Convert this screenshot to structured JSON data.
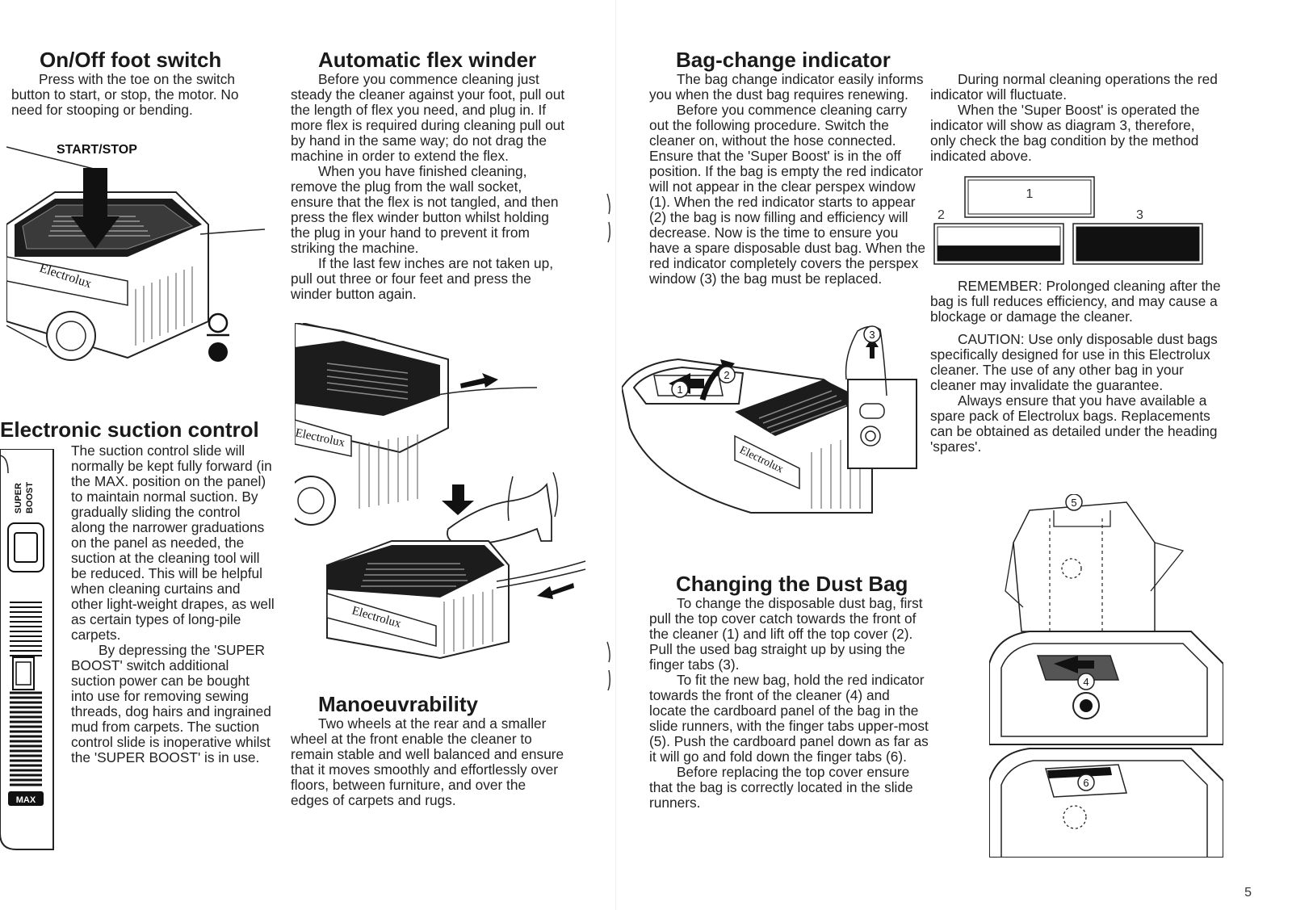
{
  "colors": {
    "ink": "#1a1a1a",
    "paper": "#ffffff",
    "indicator": "#111111"
  },
  "onoff": {
    "title": "On/Off foot switch",
    "body": "Press with the toe on the switch button to start, or stop, the motor. No need for stooping or bending.",
    "label_startstop": "START/STOP",
    "brand": "Electrolux"
  },
  "suction": {
    "title": "Electronic suction control",
    "para1": "The suction control slide will normally be kept fully forward (in the MAX. position on the panel) to maintain normal suction. By gradually sliding the control along the narrower graduations on the panel as needed, the suction at the cleaning tool will be reduced. This will be helpful when cleaning curtains and other light-weight drapes, as well as certain types of long-pile carpets.",
    "para2": "By depressing the 'SUPER BOOST' switch additional suction power can be bought into use for removing sewing threads, dog hairs and ingrained mud from carpets. The suction control slide is inoperative whilst the 'SUPER BOOST' is in use.",
    "panel_label_super": "SUPER",
    "panel_label_boost": "BOOST",
    "panel_label_max": "MAX"
  },
  "flex": {
    "title": "Automatic flex winder",
    "para1": "Before you commence cleaning just steady the cleaner against your foot, pull out the length of flex you need, and plug in. If more flex is required during cleaning pull out by hand in the same way; do not drag the machine in order to extend the flex.",
    "para2": "When you have finished cleaning, remove the plug from the wall socket, ensure that the flex is not tangled, and then press the flex winder button whilst holding the plug in your hand to prevent it from striking the machine.",
    "para3": "If the last few inches are not taken up, pull out three or four feet and press the winder button again.",
    "brand": "Electrolux"
  },
  "manoeuvrability": {
    "title": "Manoeuvrability",
    "body": "Two wheels at the rear and a smaller wheel at the front enable the cleaner to remain stable and well balanced and ensure that it moves smoothly and effortlessly over floors, between furniture, and over the edges of carpets and rugs."
  },
  "bagchange": {
    "title": "Bag-change indicator",
    "para1": "The bag change indicator easily informs you when the dust bag requires renewing.",
    "para2": "Before you commence cleaning carry out the following procedure. Switch the cleaner on, without the hose connected. Ensure that the 'Super Boost' is in the off position. If the bag is empty the red indicator will not appear in the clear perspex window (1). When the red indicator starts to appear (2) the bag is now filling and efficiency will decrease. Now is the time to ensure you have a spare disposable dust bag. When the red indicator completely covers the perspex window (3) the bag must be replaced.",
    "callouts": [
      "1",
      "2",
      "3"
    ],
    "brand": "Electrolux"
  },
  "right_col": {
    "para1": "During normal cleaning operations the red indicator will fluctuate.",
    "para2": "When the 'Super Boost' is operated the indicator will show as diagram 3, therefore, only check the bag condition by the method indicated above.",
    "indicator_labels": [
      "1",
      "2",
      "3"
    ],
    "indicator_fill": [
      0,
      0.45,
      1
    ],
    "remember": "REMEMBER: Prolonged cleaning after the bag is full reduces efficiency, and may cause a blockage or damage the cleaner.",
    "caution": "CAUTION: Use only disposable dust bags specifically designed for use in this Electrolux cleaner. The use of any other bag in your cleaner may invalidate the guarantee.",
    "always": "Always ensure that you have available a spare pack of Electrolux bags. Replacements can be obtained as detailed under the heading 'spares'.",
    "callouts": [
      "4",
      "5",
      "6"
    ]
  },
  "dustbag": {
    "title": "Changing the Dust Bag",
    "para1": "To change the disposable dust bag, first pull the top cover catch towards the front of the cleaner (1) and lift off the top cover (2). Pull the used bag straight up by using the finger tabs (3).",
    "para2": "To fit the new bag, hold the red indicator towards the front of the cleaner (4) and locate the cardboard panel of the bag in the slide runners, with the finger tabs upper-most (5). Push the cardboard panel down as far as it will go and fold down the finger tabs (6).",
    "para3": "Before replacing the top cover ensure that the bag is correctly located in the slide runners."
  },
  "page_number": "5"
}
